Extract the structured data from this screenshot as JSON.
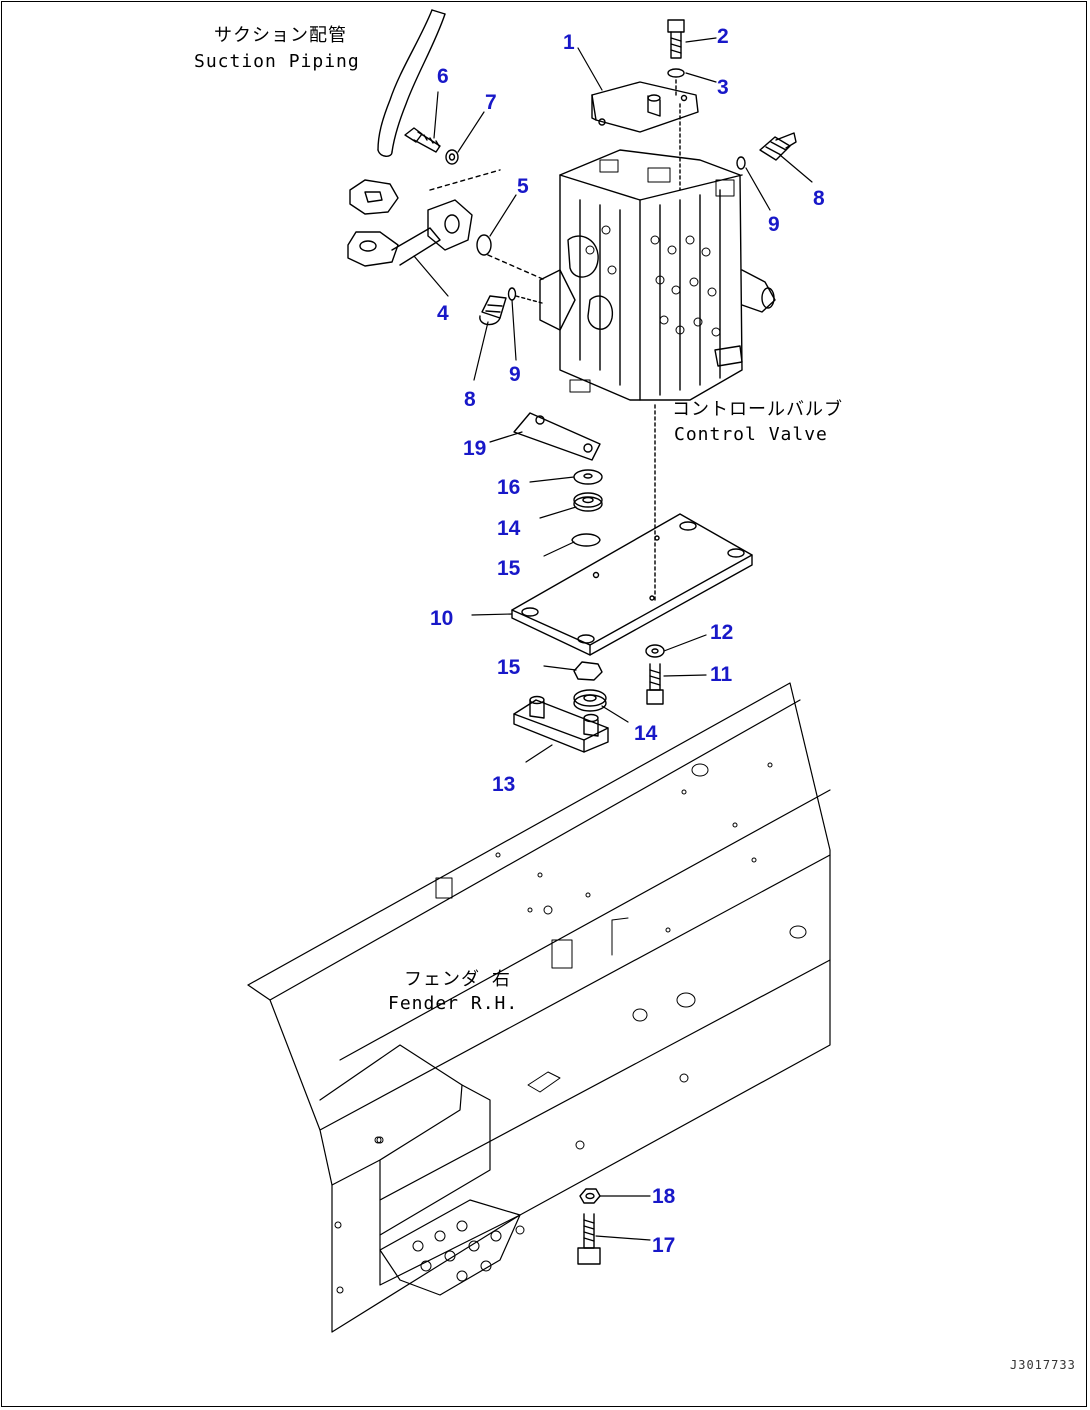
{
  "labels": {
    "suction_jp": "サクション配管",
    "suction_en": "Suction Piping",
    "valve_jp": "コントロールバルブ",
    "valve_en": "Control Valve",
    "fender_jp": "フェンダ 右",
    "fender_en": "Fender R.H."
  },
  "callouts": {
    "p1": "1",
    "p2": "2",
    "p3": "3",
    "p4": "4",
    "p5": "5",
    "p6": "6",
    "p7": "7",
    "p8a": "8",
    "p8b": "8",
    "p9a": "9",
    "p9b": "9",
    "p10": "10",
    "p11": "11",
    "p12": "12",
    "p13": "13",
    "p14a": "14",
    "p14b": "14",
    "p15a": "15",
    "p15b": "15",
    "p16": "16",
    "p17": "17",
    "p18": "18",
    "p19": "19"
  },
  "doc_id": "J3017733",
  "colors": {
    "callout": "#1818c8",
    "line": "#000000"
  }
}
